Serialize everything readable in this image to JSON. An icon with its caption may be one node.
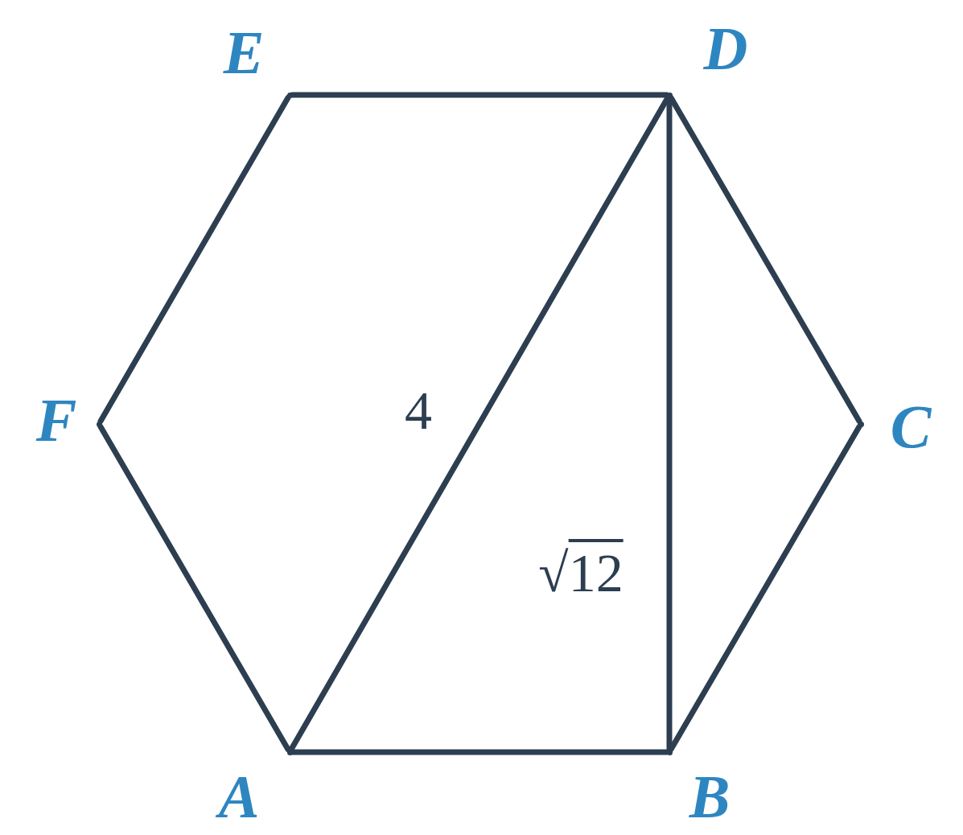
{
  "diagram": {
    "nodes": [
      {
        "text": [],
        "shape": "point",
        "beside": [
          "A"
        ]
      },
      {
        "text": [],
        "shape": "point",
        "beside": [
          "B"
        ]
      },
      {
        "text": [],
        "shape": "point",
        "beside": [
          "C"
        ]
      },
      {
        "text": [],
        "shape": "point",
        "beside": [
          "D"
        ]
      },
      {
        "text": [],
        "shape": "point",
        "beside": [
          "E"
        ]
      },
      {
        "text": [],
        "shape": "point",
        "beside": [
          "F"
        ]
      }
    ],
    "edges": [
      {
        "from": 0,
        "to": 1,
        "arrow": "none"
      },
      {
        "from": 1,
        "to": 2,
        "arrow": "none"
      },
      {
        "from": 2,
        "to": 3,
        "arrow": "none"
      },
      {
        "from": 3,
        "to": 4,
        "arrow": "none"
      },
      {
        "from": 4,
        "to": 5,
        "arrow": "none"
      },
      {
        "from": 5,
        "to": 0,
        "arrow": "none"
      },
      {
        "from": 0,
        "to": 3,
        "arrow": "none",
        "label": "4"
      },
      {
        "from": 3,
        "to": 1,
        "arrow": "none",
        "label": "√12"
      }
    ]
  }
}
